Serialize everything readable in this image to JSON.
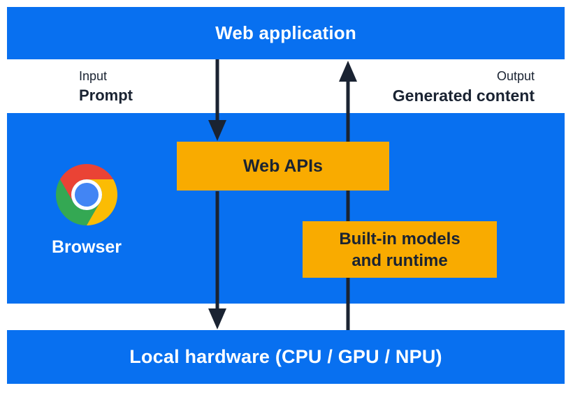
{
  "diagram": {
    "top_bar": {
      "label": "Web application"
    },
    "io": {
      "input_caption": "Input",
      "input_value": "Prompt",
      "output_caption": "Output",
      "output_value": "Generated content"
    },
    "browser": {
      "label": "Browser",
      "logo_icon": "chrome-icon"
    },
    "boxes": {
      "web_apis": {
        "label": "Web APIs"
      },
      "builtin": {
        "line1": "Built-in models",
        "line2": "and runtime"
      }
    },
    "bottom_bar": {
      "label": "Local hardware (CPU / GPU / NPU)"
    },
    "arrows": [
      {
        "name": "input-flow",
        "direction": "down",
        "from": "Web application",
        "to": "Local hardware (CPU / GPU / NPU)",
        "via": "Web APIs"
      },
      {
        "name": "output-flow",
        "direction": "up",
        "from": "Local hardware (CPU / GPU / NPU)",
        "to": "Web application",
        "via": "Built-in models and runtime"
      }
    ],
    "colors": {
      "blue": "#0870F0",
      "yellow": "#F9AB00",
      "ink": "#1A2332",
      "white": "#FFFFFF",
      "logo_red": "#EA4335",
      "logo_green": "#34A853",
      "logo_yellow": "#FBBC04",
      "logo_blue": "#4285F4"
    }
  }
}
